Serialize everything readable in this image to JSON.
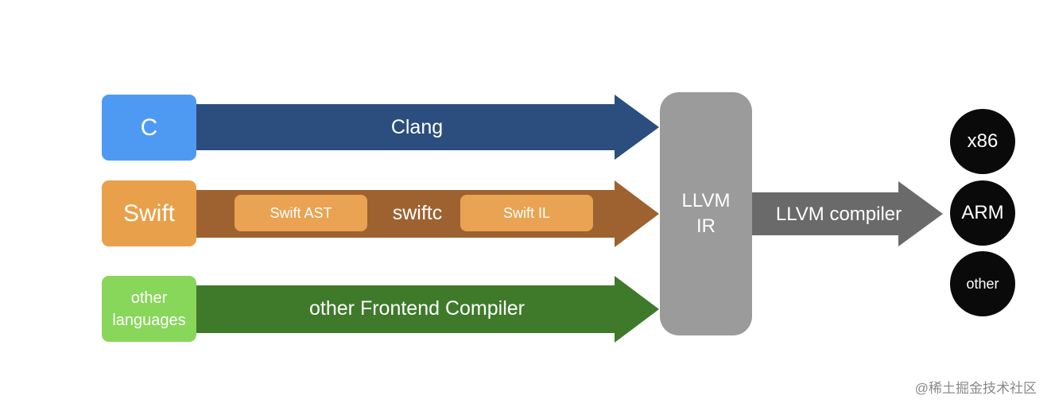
{
  "sources": {
    "c": "C",
    "swift": "Swift",
    "other_line1": "other",
    "other_line2": "languages"
  },
  "arrows": {
    "clang": "Clang",
    "swiftc": "swiftc",
    "swift_ast": "Swift AST",
    "swift_il": "Swift IL",
    "other_frontend": "other Frontend Compiler",
    "llvm_compiler": "LLVM compiler"
  },
  "ir": {
    "line1": "LLVM",
    "line2": "IR"
  },
  "targets": {
    "x86": "x86",
    "arm": "ARM",
    "other": "other"
  },
  "watermark": "@稀土掘金技术社区",
  "colors": {
    "c_box": "#4e9af3",
    "clang_arrow": "#2c4e7e",
    "swift_box": "#e8a04a",
    "swiftc_arrow": "#9e6230",
    "other_box": "#88d65a",
    "other_arrow": "#3f7a2b",
    "ir_box": "#9b9b9b",
    "llvm_arrow": "#6a6a6a",
    "target_circle": "#0a0a0a"
  }
}
